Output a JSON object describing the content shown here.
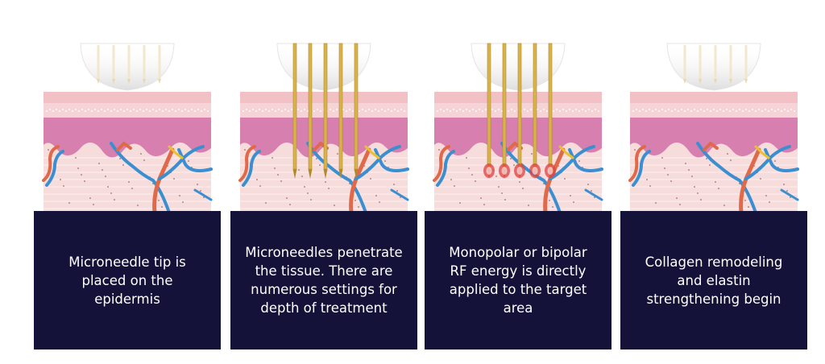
{
  "colors": {
    "caption_bg": "#15123a",
    "caption_text": "#ffffff",
    "epidermis": "#f5d3d6",
    "dermis": "#d77fae",
    "tissue": "#f7dcdc",
    "artery": "#e0694a",
    "vein": "#3b8fd0",
    "nerve": "#e8c030",
    "needle": "#d9b24a",
    "rf_energy": "#e04040"
  },
  "panels": [
    {
      "id": "1",
      "caption": "Microneedle tip is placed on the epidermis",
      "needle_state": "retracted"
    },
    {
      "id": "2",
      "caption": "Microneedles penetrate the tissue. There are numerous settings for depth of treatment",
      "needle_state": "penetrating"
    },
    {
      "id": "3",
      "caption": "Monopolar or bipolar RF energy is directly applied to the target area",
      "needle_state": "rf-energy"
    },
    {
      "id": "4",
      "caption": "Collagen remodeling and elastin strengthening begin",
      "needle_state": "retracted"
    }
  ]
}
